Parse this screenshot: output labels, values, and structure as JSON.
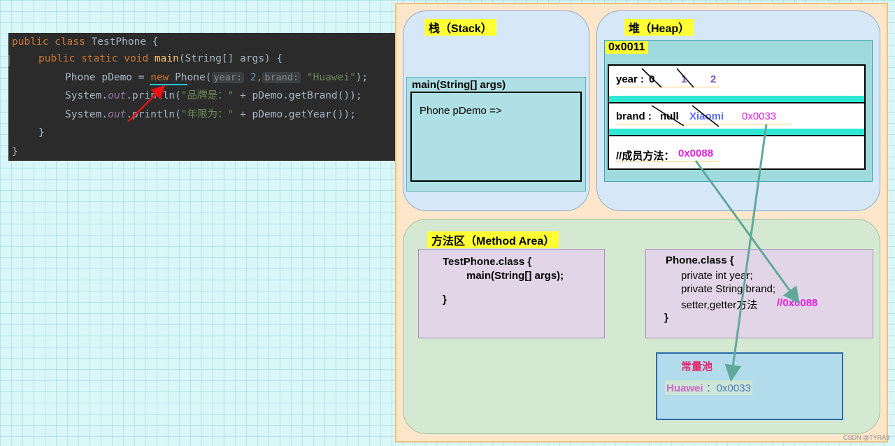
{
  "code": {
    "line1": {
      "kw1": "public",
      "kw2": "class",
      "rest": " TestPhone {"
    },
    "line2": {
      "kw1": "public",
      "kw2": "static",
      "kw3": "void",
      "fn": "main",
      "rest": "(String[] args) {"
    },
    "line3": {
      "pre": "Phone pDemo = ",
      "kw": "new",
      "cls": " Phone(",
      "hint1": "year:",
      "num": "2",
      "comma": ",",
      "hint2": "brand:",
      "str": "\"Huawei\"",
      "end": ");"
    },
    "line4": {
      "pre": "System.",
      "field": "out",
      "mid": ".println(",
      "str": "\"品牌是：\"",
      "rest": " + pDemo.getBrand());"
    },
    "line5": {
      "pre": "System.",
      "field": "out",
      "mid": ".println(",
      "str": "\"年限为：\"",
      "rest": " + pDemo.getYear());"
    },
    "line6": "}",
    "line7": "}"
  },
  "stack": {
    "title": "栈（Stack）",
    "frame_label": "main(String[] args)",
    "var": "Phone pDemo =>"
  },
  "heap": {
    "title": "堆（Heap）",
    "address": "0x0011",
    "year": {
      "label": "year :",
      "values": [
        "0",
        "1",
        "2"
      ]
    },
    "brand": {
      "label": "brand :",
      "values": [
        "null",
        "Xiaomi",
        "0x0033"
      ]
    },
    "method": {
      "label": "//成员方法：",
      "address": "0x0088"
    }
  },
  "method_area": {
    "title": "方法区（Method Area）",
    "test_class": {
      "header": "TestPhone.class {",
      "line1": "main(String[] args);",
      "close": "}"
    },
    "phone_class": {
      "header": "Phone.class {",
      "line1": "private int year;",
      "line2": "private String brand;",
      "line3": "setter,getter方法",
      "ref": "//0x0088",
      "close": "}"
    },
    "constant_pool": {
      "title": "常量池",
      "value": "Huawei",
      "sep": "：",
      "address": "0x0033"
    }
  },
  "watermark": "CSDN @TYRA9",
  "colors": {
    "arrow_teal": "#5fa89a",
    "arrow_red": "#e81010",
    "magenta": "#e020e0",
    "purple": "#7a52c8",
    "xiaomi_blue": "#5a6cff",
    "pool_title": "#e8226a"
  }
}
